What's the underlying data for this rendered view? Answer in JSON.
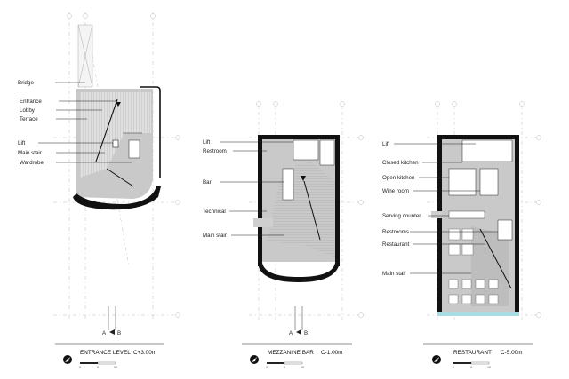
{
  "entrance": {
    "labels": {
      "bridge": "Bridge",
      "entrance": "Entrance",
      "lobby": "Lobby",
      "terrace": "Terrace",
      "lift": "Lift",
      "main_stair": "Main stair",
      "wardrobe": "Wardrobe"
    },
    "title": "ENTRANCE LEVEL",
    "level": "C+3.00m",
    "section_a": "A",
    "section_b": "B"
  },
  "mezzanine": {
    "labels": {
      "lift": "Lift",
      "restroom": "Restroom",
      "bar": "Bar",
      "technical": "Technical",
      "main_stair": "Main stair"
    },
    "title": "MEZZANINE BAR",
    "level": "C-1.00m",
    "section_a": "A",
    "section_b": "B"
  },
  "restaurant": {
    "labels": {
      "lift": "Lift",
      "closed_kitchen": "Closed kitchen",
      "open_kitchen": "Open kitchen",
      "wine_room": "Wine room",
      "serving_counter": "Serving counter",
      "restrooms": "Restrooms",
      "restaurant": "Restaurant",
      "main_stair": "Main stair"
    },
    "title": "RESTAURANT",
    "level": "C-5.00m"
  },
  "scale": {
    "zero": "0",
    "five": "5",
    "ten": "10"
  },
  "colors": {
    "wall": "#111111",
    "floor": "#c9c9c9",
    "glass": "#a9dbe3",
    "text": "#222222"
  },
  "icons": [
    "north-arrow-icon",
    "section-arrow-icon"
  ]
}
